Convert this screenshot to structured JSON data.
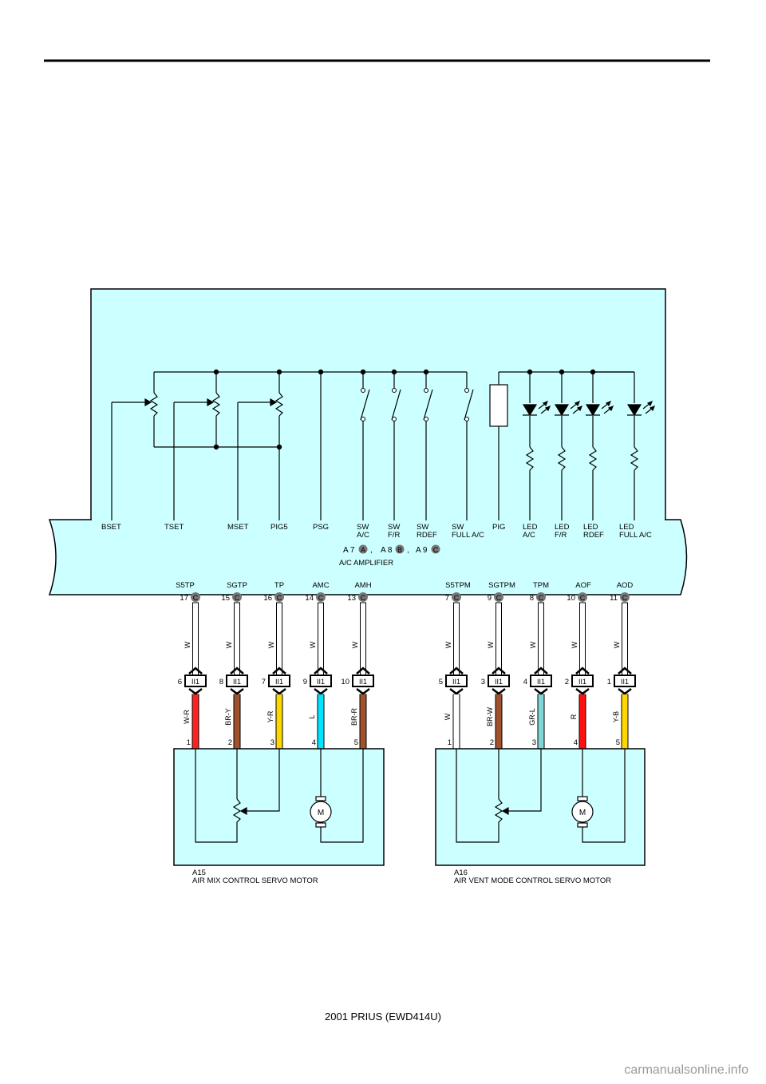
{
  "amplifier": {
    "top_terminals": [
      {
        "lines": [
          "BSET"
        ]
      },
      {
        "lines": [
          "TSET"
        ]
      },
      {
        "lines": [
          "MSET"
        ]
      },
      {
        "lines": [
          "PIG5"
        ]
      },
      {
        "lines": [
          "PSG"
        ]
      },
      {
        "lines": [
          "SW",
          "A/C"
        ]
      },
      {
        "lines": [
          "SW",
          "F/R"
        ]
      },
      {
        "lines": [
          "SW",
          "RDEF"
        ]
      },
      {
        "lines": [
          "SW",
          "FULL A/C"
        ]
      },
      {
        "lines": [
          "PIG"
        ]
      },
      {
        "lines": [
          "LED",
          "A/C"
        ]
      },
      {
        "lines": [
          "LED",
          "F/R"
        ]
      },
      {
        "lines": [
          "LED",
          "RDEF"
        ]
      },
      {
        "lines": [
          "LED",
          "FULL A/C"
        ]
      }
    ],
    "connector_refs": [
      {
        "prefix": "A 7",
        "letter": "A"
      },
      {
        "prefix": "A 8",
        "letter": "B"
      },
      {
        "prefix": "A 9",
        "letter": "C"
      }
    ],
    "separator": ",",
    "name": "A/C AMPLIFIER",
    "bottom_terminals": [
      "S5TP",
      "SGTP",
      "TP",
      "AMC",
      "AMH",
      "S5TPM",
      "SGTPM",
      "TPM",
      "AOF",
      "AOD"
    ]
  },
  "wires": [
    {
      "amp_pin": "17",
      "amp_conn": "C",
      "upper_color": "W",
      "junction_pin": "6",
      "junction": "II1",
      "lower_color": "W-R",
      "motor_pin": "1",
      "stripe_hex": "#ff2020"
    },
    {
      "amp_pin": "15",
      "amp_conn": "C",
      "upper_color": "W",
      "junction_pin": "8",
      "junction": "II1",
      "lower_color": "BR-Y",
      "motor_pin": "2",
      "stripe_hex": "#a0522d"
    },
    {
      "amp_pin": "16",
      "amp_conn": "C",
      "upper_color": "W",
      "junction_pin": "7",
      "junction": "II1",
      "lower_color": "Y-R",
      "motor_pin": "3",
      "stripe_hex": "#ffd700"
    },
    {
      "amp_pin": "14",
      "amp_conn": "C",
      "upper_color": "W",
      "junction_pin": "9",
      "junction": "II1",
      "lower_color": "L",
      "motor_pin": "4",
      "stripe_hex": "#00e5ff"
    },
    {
      "amp_pin": "13",
      "amp_conn": "C",
      "upper_color": "W",
      "junction_pin": "10",
      "junction": "II1",
      "lower_color": "BR-R",
      "motor_pin": "5",
      "stripe_hex": "#a0522d"
    },
    {
      "amp_pin": "7",
      "amp_conn": "C",
      "upper_color": "W",
      "junction_pin": "5",
      "junction": "II1",
      "lower_color": "W",
      "motor_pin": "1",
      "stripe_hex": "#ffffff"
    },
    {
      "amp_pin": "9",
      "amp_conn": "C",
      "upper_color": "W",
      "junction_pin": "3",
      "junction": "II1",
      "lower_color": "BR-W",
      "motor_pin": "2",
      "stripe_hex": "#a0522d"
    },
    {
      "amp_pin": "8",
      "amp_conn": "C",
      "upper_color": "W",
      "junction_pin": "4",
      "junction": "II1",
      "lower_color": "GR-L",
      "motor_pin": "3",
      "stripe_hex": "#7fd6d6"
    },
    {
      "amp_pin": "10",
      "amp_conn": "C",
      "upper_color": "W",
      "junction_pin": "2",
      "junction": "II1",
      "lower_color": "R",
      "motor_pin": "4",
      "stripe_hex": "#ff1010"
    },
    {
      "amp_pin": "11",
      "amp_conn": "C",
      "upper_color": "W",
      "junction_pin": "1",
      "junction": "II1",
      "lower_color": "Y-B",
      "motor_pin": "5",
      "stripe_hex": "#ffd700"
    }
  ],
  "motors": [
    {
      "code": "A15",
      "name": "AIR MIX CONTROL SERVO MOTOR",
      "motor_symbol": "M"
    },
    {
      "code": "A16",
      "name": "AIR VENT MODE CONTROL SERVO MOTOR",
      "motor_symbol": "M"
    }
  ],
  "footer": "2001 PRIUS (EWD414U)",
  "watermark": "carmanualsonline.info",
  "colors": {
    "component_fill": "#ccffff",
    "line": "#000000"
  }
}
